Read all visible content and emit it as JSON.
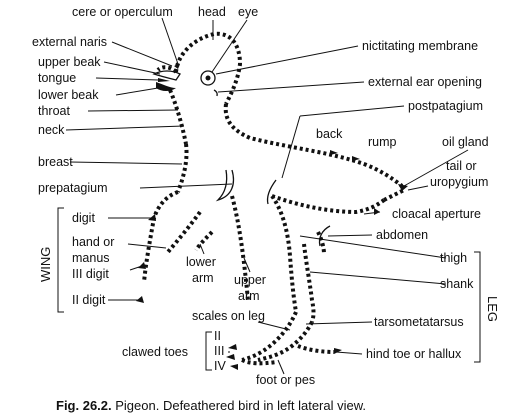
{
  "labels": {
    "cere": "cere or operculum",
    "head": "head",
    "eye": "eye",
    "external_naris": "external naris",
    "upper_beak": "upper beak",
    "tongue": "tongue",
    "lower_beak": "lower beak",
    "throat": "throat",
    "neck": "neck",
    "breast": "breast",
    "prepatagium": "prepatagium",
    "nictitating_membrane": "nictitating membrane",
    "external_ear": "external ear opening",
    "postpatagium": "postpatagium",
    "back": "back",
    "rump": "rump",
    "oil_gland": "oil gland",
    "tail_or": "tail or",
    "uropygium": "uropygium",
    "cloacal_aperture": "cloacal aperture",
    "abdomen": "abdomen",
    "thigh": "thigh",
    "shank": "shank",
    "digit": "digit",
    "hand_or": "hand or",
    "manus": "manus",
    "iii_digit": "III digit",
    "ii_digit": "II digit",
    "lower": "lower",
    "arm_lower": "arm",
    "upper": "upper",
    "arm_upper": "arm",
    "scales_on_leg": "scales on leg",
    "tarsometatarsus": "tarsometatarsus",
    "clawed_toes": "clawed toes",
    "toe_ii": "II",
    "toe_iii": "III",
    "toe_iv": "IV",
    "foot_or_pes": "foot or pes",
    "hind_toe": "hind toe or hallux"
  },
  "groups": {
    "wing": "WING",
    "leg": "LEG"
  },
  "caption": {
    "number": "Fig. 26.2.",
    "text": " Pigeon. Defeathered bird in left lateral view."
  }
}
